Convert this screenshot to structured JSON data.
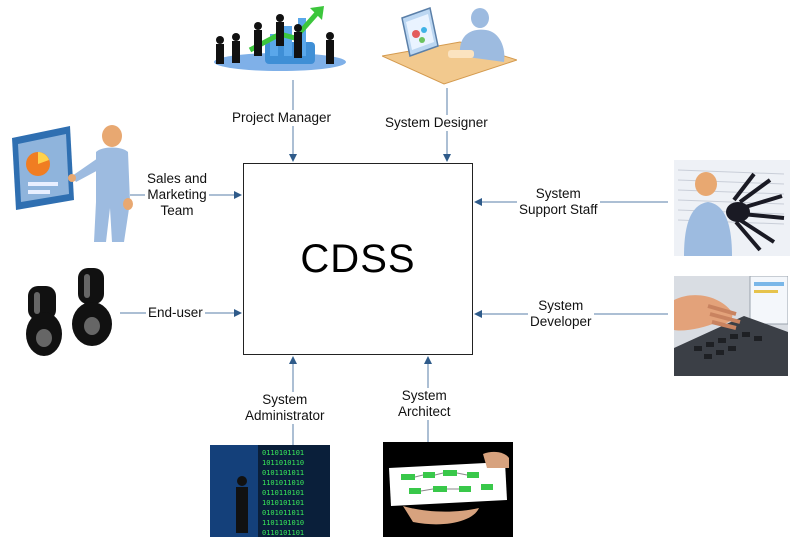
{
  "center": {
    "label": "CDSS"
  },
  "stakeholders": {
    "project_manager": {
      "line1": "Project Manager"
    },
    "system_designer": {
      "line1": "System Designer"
    },
    "sales_marketing": {
      "line1": "Sales and",
      "line2": "Marketing",
      "line3": "Team"
    },
    "end_user": {
      "line1": "End-user"
    },
    "system_support": {
      "line1": "System",
      "line2": "Support Staff"
    },
    "system_developer": {
      "line1": "System",
      "line2": "Developer"
    },
    "system_administrator": {
      "line1": "System",
      "line2": "Administrator"
    },
    "system_architect": {
      "line1": "System",
      "line2": "Architect"
    }
  },
  "colors": {
    "line": "#5a7fa8",
    "arrow": "#2f5b8a",
    "figure_blue": "#9dbbe0",
    "skin": "#e8a871"
  },
  "icons": [
    "businesspeople-growth-chart-icon",
    "designer-at-desk-icon",
    "presenter-with-chart-board-icon",
    "headphones-icon",
    "support-person-with-spider-icon",
    "typing-on-laptop-icon",
    "binary-code-wall-icon",
    "hands-holding-blueprint-icon"
  ]
}
